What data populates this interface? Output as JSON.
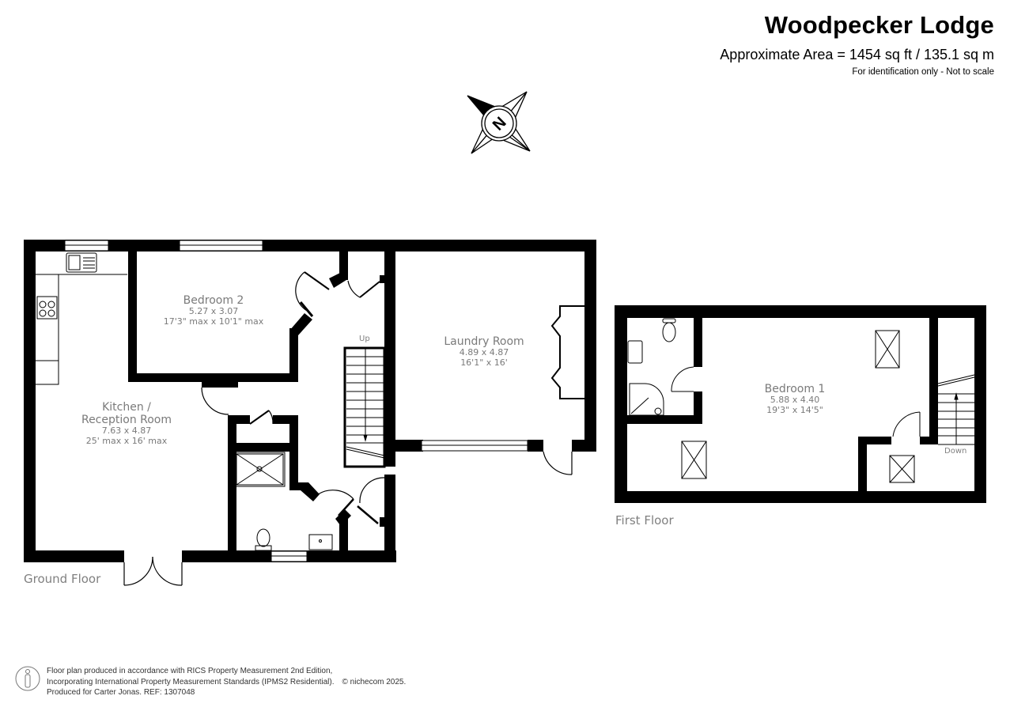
{
  "header": {
    "title": "Woodpecker Lodge",
    "area": "Approximate Area = 1454 sq ft / 135.1 sq m",
    "disclaimer": "For identification only - Not to scale"
  },
  "compass": {
    "icon": "compass-north-icon",
    "label": "N"
  },
  "floors": [
    {
      "label": "Ground Floor",
      "rooms": [
        {
          "name": "Kitchen /",
          "name2": "Reception Room",
          "metric": "7.63 x 4.87",
          "imperial": "25' max x 16' max"
        },
        {
          "name": "Bedroom 2",
          "metric": "5.27 x 3.07",
          "imperial": "17'3\" max x 10'1\" max"
        },
        {
          "name": "Laundry Room",
          "metric": "4.89 x 4.87",
          "imperial": "16'1\" x 16'"
        }
      ],
      "stairs_label": "Up"
    },
    {
      "label": "First Floor",
      "rooms": [
        {
          "name": "Bedroom 1",
          "metric": "5.88 x 4.40",
          "imperial": "19'3\" x 14'5\""
        }
      ],
      "stairs_label": "Down"
    }
  ],
  "footer": {
    "line1": "Floor plan produced in accordance with RICS Property Measurement 2nd Edition,",
    "line2": "Incorporating International Property Measurement Standards (IPMS2 Residential).",
    "copyright": "© nichecom 2025.",
    "line3": "Produced for Carter Jonas.   REF: 1307048"
  },
  "colors": {
    "wall": "#000000",
    "label": "#7a7a7a",
    "background": "#ffffff"
  }
}
